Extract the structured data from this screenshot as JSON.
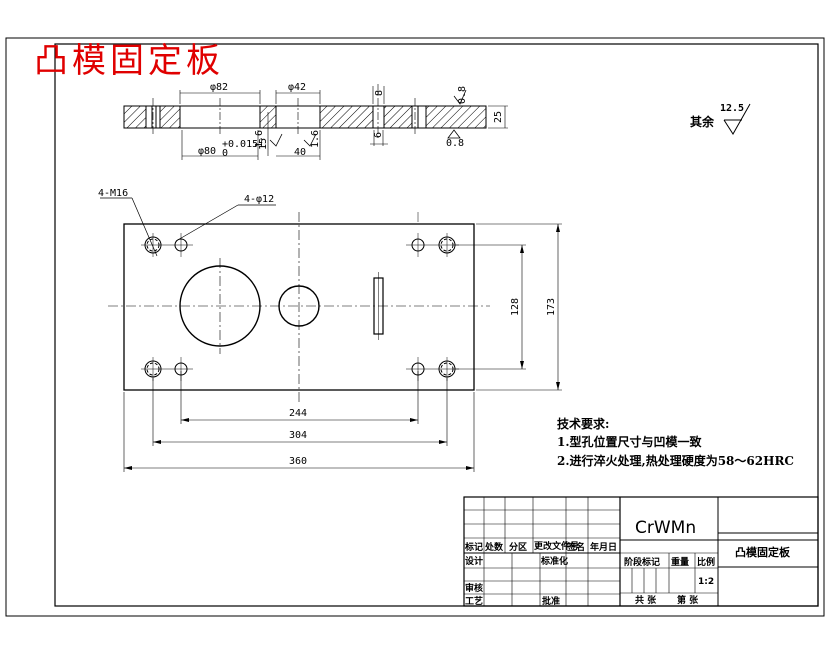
{
  "title_red": "凸模固定板",
  "section_view": {
    "dia_82": "φ82",
    "dia_42": "φ42",
    "dia_8": "8",
    "dia_6": "6",
    "dia_80_tol": "φ80",
    "tol_plus": "+0.015",
    "tol_zero": "0",
    "roughness_1_6": "1.6",
    "roughness_0_8": "0.8",
    "dim_15": "15",
    "dim_40": "40",
    "dim_25": "25"
  },
  "default_roughness": {
    "label": "其余",
    "value": "12.5"
  },
  "plan_view": {
    "thread_label": "4-M16",
    "hole_label": "4-φ12",
    "dim_244": "244",
    "dim_304": "304",
    "dim_360": "360",
    "dim_128": "128",
    "dim_173": "173"
  },
  "tech_notes": {
    "heading": "技术要求:",
    "line1": "1.型孔位置尺寸与凹模一致",
    "line2": "2.进行淬火处理,热处理硬度为58～62HRC"
  },
  "title_block": {
    "material": "CrWMn",
    "part_name": "凸模固定板",
    "col_mark": "标记",
    "col_count": "处数",
    "col_zone": "分区",
    "col_docno": "更改文件号",
    "col_sign": "签名",
    "col_date": "年月日",
    "row_design": "设计",
    "row_standard": "标准化",
    "row_review": "审核",
    "row_process": "工艺",
    "row_approve": "批准",
    "stage_mark": "阶段标记",
    "weight": "重量",
    "scale_label": "比例",
    "scale_value": "1:2",
    "total_sheets": "共 张",
    "sheet_no": "第 张"
  }
}
